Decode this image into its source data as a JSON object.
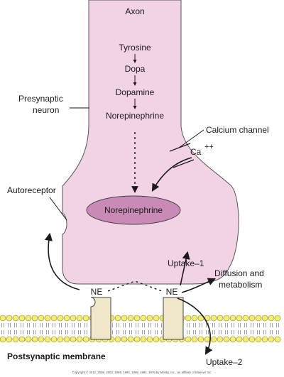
{
  "labels": {
    "axon": "Axon",
    "pathway": [
      "Tyrosine",
      "Dopa",
      "Dopamine",
      "Norepinephrine"
    ],
    "presynaptic_line1": "Presynaptic",
    "presynaptic_line2": "neuron",
    "calcium_channel": "Calcium channel",
    "calcium_ion": "Ca",
    "calcium_charge": "++",
    "autoreceptor": "Autoreceptor",
    "vesicle": "Norepinephrine",
    "uptake1": "Uptake–1",
    "ne_left": "NE",
    "ne_right": "NE",
    "diffusion_line1": "Diffusion and",
    "diffusion_line2": "metabolism",
    "postsynaptic": "Postsynaptic membrane",
    "uptake2": "Uptake–2",
    "copyright": "Copyright © 2012, 2008, 2003, 1998, 1994, 1988, 1984, 1979 by Mosby, Inc., an affiliate of Elsevier Inc."
  },
  "colors": {
    "neuron_fill": "#f2d3e6",
    "vesicle_fill": "#c98ab6",
    "receptor_fill": "#f0e6c8",
    "lipid_head": "#f4ee6c",
    "outline": "#333333"
  }
}
